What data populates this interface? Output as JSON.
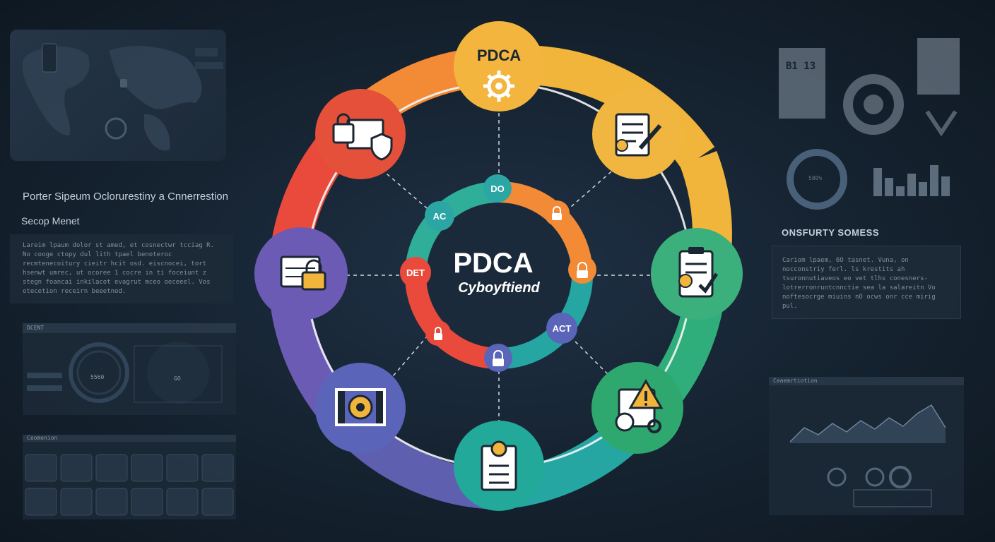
{
  "background_panels": {
    "left_title": "Porter Sipeum Oclorurestiny a Cnnerrestion",
    "left_subtitle": "Secop Menet",
    "left_paragraph": "Lareim lpaum dolor st amed, et cosnectwr tcciag R. No cooge ctopy dul lith tpael benoteroc recmtenecoitury cieitr hcit osd. eiscnocei, tort hsenwt umrec, ut ocoree 1 cocre in ti foceiunt z stegn foancai inkilacot evagrut mceo oeceeel. Vos otecetion receirn beeetnod.",
    "left_dash_title": "DCENT",
    "left_dash_gauge_a": "5560",
    "left_dash_gauge_b": "GO",
    "left_icons_title": "Ceomenion",
    "right_doc_label": "B1 13",
    "right_chart_gauge": "580%",
    "right_heading": "ONSFURTY  SOMESS",
    "right_paragraph": "Cariom lpaem, 6O tasnet. Vuna, on nocconstriy ferl. ls krestits ah tsuronnutiaveos eo vet tlhs conesners- lotrerronruntcnnctie sea la salareitn Vo noftesocrge miuins nO ocws onr cce mirig pul.",
    "right_dash_title": "Ceaemrtiotion"
  },
  "diagram": {
    "top_node_label": "PDCA",
    "center_title": "PDCA",
    "center_subtitle": "Cyboyftiend",
    "inner_labels": {
      "do": "DO",
      "ac": "AC",
      "det": "DET",
      "act": "ACT"
    },
    "outer_nodes": [
      {
        "name": "pdca-gear-node",
        "icon": "gear-icon",
        "color": "#f4b53f"
      },
      {
        "name": "policy-document-node",
        "icon": "document-edit-icon",
        "color": "#f1b640"
      },
      {
        "name": "checklist-node",
        "icon": "clipboard-check-icon",
        "color": "#3bb07c"
      },
      {
        "name": "warning-monitor-node",
        "icon": "warning-icon",
        "color": "#2fa86f"
      },
      {
        "name": "report-node",
        "icon": "report-gear-icon",
        "color": "#22a99a"
      },
      {
        "name": "process-gear-node",
        "icon": "gear-frame-icon",
        "color": "#5a64b8"
      },
      {
        "name": "secure-server-node",
        "icon": "server-lock-icon",
        "color": "#6b5bb5"
      },
      {
        "name": "lock-shield-node",
        "icon": "lock-shield-icon",
        "color": "#e4503a"
      }
    ],
    "ring_colors": {
      "orange": "#f28a36",
      "yellow": "#f2b53c",
      "green": "#2fae7b",
      "teal": "#26a6a2",
      "purple": "#5f5fb0",
      "red": "#e94a3b"
    }
  }
}
